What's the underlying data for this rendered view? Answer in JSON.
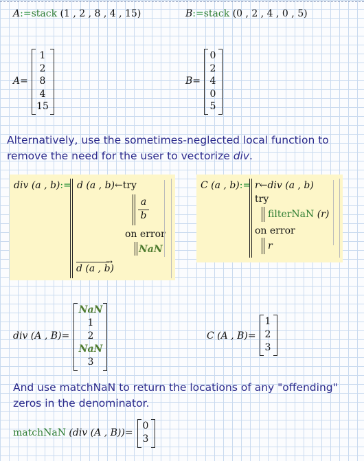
{
  "definitions": {
    "A_def": {
      "lhs": "A",
      "assign": ":=",
      "fn": "stack",
      "args": "1 , 2 , 8 , 4 , 15"
    },
    "B_def": {
      "lhs": "B",
      "assign": ":=",
      "fn": "stack",
      "args": "0 , 2 , 4 , 0 , 5"
    }
  },
  "results": {
    "A_label": "A",
    "A_values": [
      "1",
      "2",
      "8",
      "4",
      "15"
    ],
    "B_label": "B",
    "B_values": [
      "0",
      "2",
      "4",
      "0",
      "5"
    ],
    "equals": "="
  },
  "text1": {
    "line1": "Alternatively, use the sometimes-neglected local function to",
    "line2_pre": "remove the need for the user to vectorize ",
    "line2_em": "div",
    "line2_post": "."
  },
  "div_def": {
    "name": "div",
    "params": "(a , b)",
    "assign": ":=",
    "local_lhs": "d (a , b)",
    "arrow": "←",
    "try": "try",
    "num": "a",
    "den": "b",
    "on_error": "on error",
    "nan": "NaN",
    "vectorized": "d (a , b)"
  },
  "C_def": {
    "name": "C",
    "params": "(a , b)",
    "assign": ":=",
    "r_lhs": "r",
    "arrow": "←",
    "div_call": "div (a , b)",
    "try": "try",
    "filter_fn": "filterNaN",
    "filter_arg": "(r)",
    "on_error": "on error",
    "r_ret": "r"
  },
  "eval1": {
    "div_lhs": "div (A , B)",
    "div_values": [
      "NaN",
      "1",
      "2",
      "NaN",
      "3"
    ],
    "C_lhs": "C (A , B)",
    "C_values": [
      "1",
      "2",
      "3"
    ]
  },
  "text2": {
    "line1": "And use matchNaN to return the locations of any \"offending\"",
    "line2": "zeros in the denominator."
  },
  "eval2": {
    "fn": "matchNaN",
    "arg": "(div (A , B))",
    "values": [
      "0",
      "3"
    ]
  }
}
